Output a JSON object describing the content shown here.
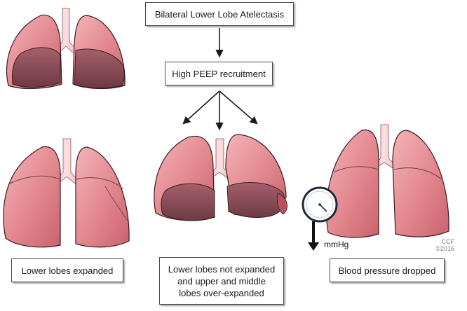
{
  "diagram": {
    "top_box": "Bilateral Lower Lobe Atelectasis",
    "middle_box": "High PEEP recruitment",
    "outcome_left": "Lower lobes expanded",
    "outcome_center": [
      "Lower lobes not expanded",
      "and upper and middle",
      "lobes over-expanded"
    ],
    "outcome_right": "Blood pressure dropped",
    "gauge_unit": "mmHg",
    "credit": [
      "CCF",
      "©2016"
    ]
  },
  "colors": {
    "lung_fill": "#e89a9f",
    "lung_collapsed": "#8a4c58",
    "lung_outline": "#3a1d22",
    "trachea": "#f1c2c4",
    "arrow": "#1a1a1a"
  },
  "icons": [
    "lungs-illustration",
    "pressure-gauge-icon",
    "down-arrow-icon"
  ]
}
